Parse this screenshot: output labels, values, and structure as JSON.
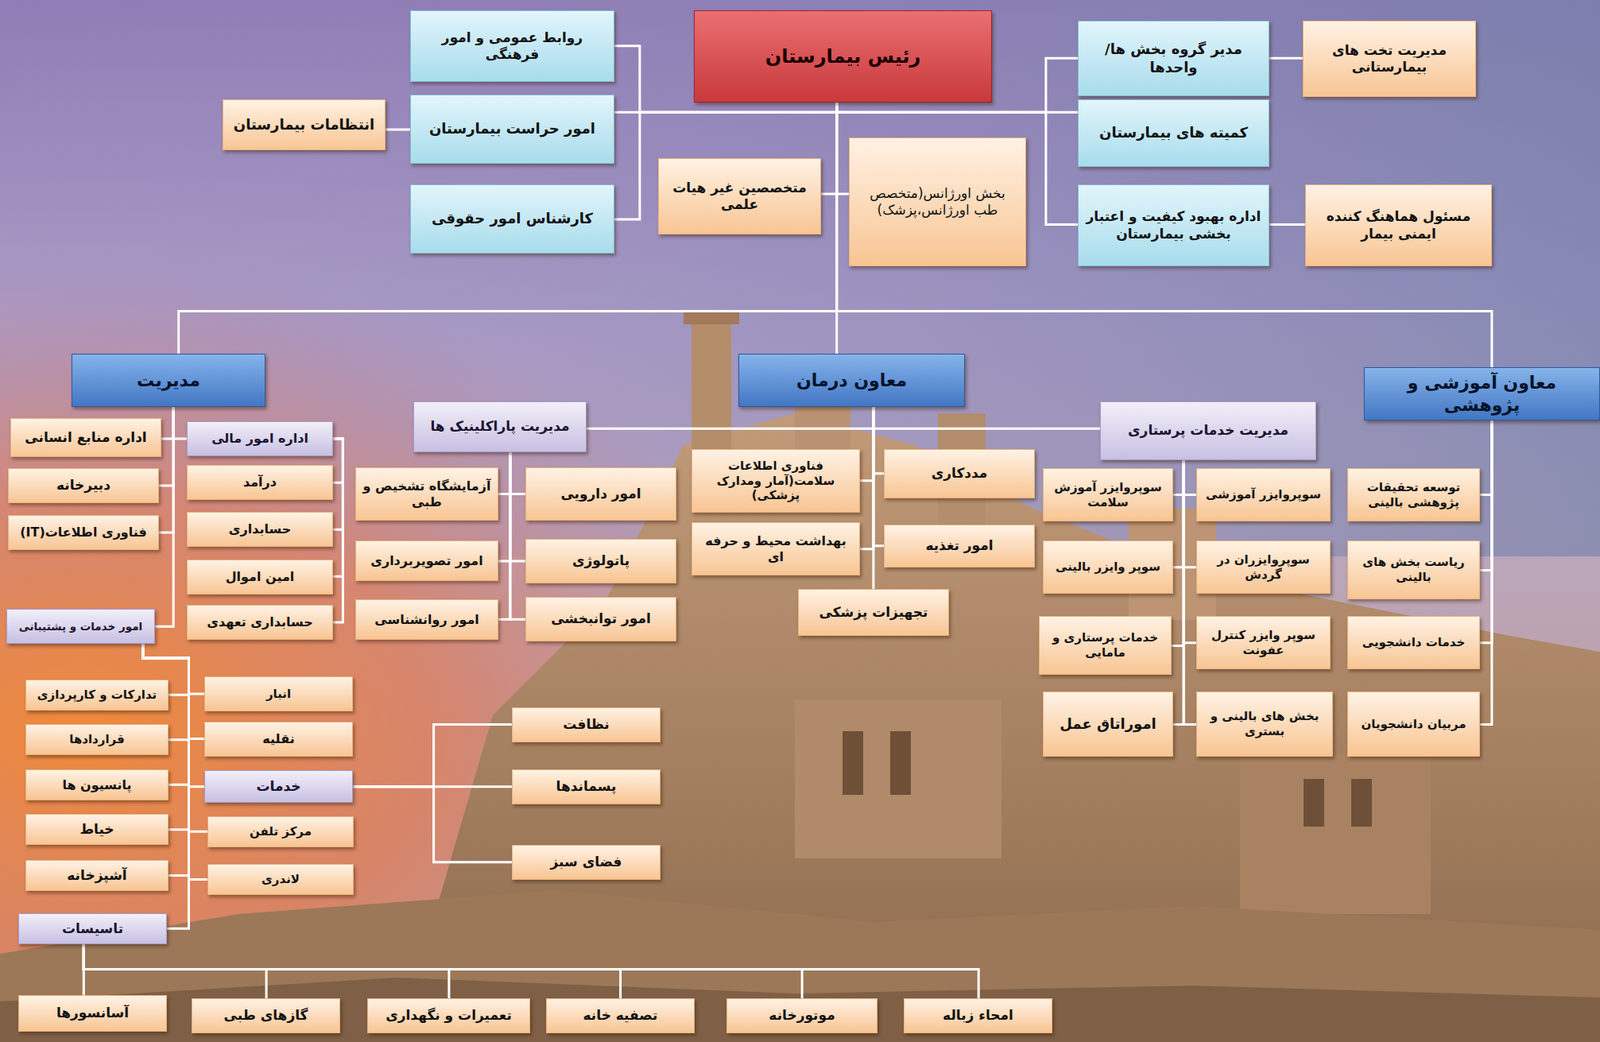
{
  "diagram": {
    "nodes": [
      {
        "text": [
          "رئیس بیمارستان"
        ]
      },
      {
        "text": [
          "روابط عمومی و امور فرهنگی"
        ]
      },
      {
        "text": [
          "امور حراست بیمارستان"
        ]
      },
      {
        "text": [
          "کارشناس امور حقوقی"
        ]
      },
      {
        "text": [
          "انتظامات بیمارستان"
        ]
      },
      {
        "text": [
          "متخصصین غیر هیات علمی"
        ]
      },
      {
        "text": [
          "بخش اورژانس(متخصص طب اورژانس،پزشک)"
        ]
      },
      {
        "text": [
          "مدیر گروه بخش ها/واحدها"
        ]
      },
      {
        "text": [
          "مدیریت تخت های بیمارستانی"
        ]
      },
      {
        "text": [
          "کمیته های بیمارستان"
        ]
      },
      {
        "text": [
          "اداره بهبود کیفیت و اعتبار بخشی بیمارستان"
        ]
      },
      {
        "text": [
          "مسئول هماهنگ کننده ایمنی بیمار"
        ]
      },
      {
        "text": [
          "مدیریت"
        ]
      },
      {
        "text": [
          "معاون درمان"
        ]
      },
      {
        "text": [
          "معاون آموزشی و پژوهشی"
        ]
      },
      {
        "text": [
          "اداره منابع انسانی"
        ]
      },
      {
        "text": [
          "اداره امور مالی"
        ]
      },
      {
        "text": [
          "دبیرخانه"
        ]
      },
      {
        "text": [
          "درآمد"
        ]
      },
      {
        "text": [
          "فناوری اطلاعات(IT)"
        ]
      },
      {
        "text": [
          "حسابداری"
        ]
      },
      {
        "text": [
          "امین اموال"
        ]
      },
      {
        "text": [
          "حسابداری تعهدی"
        ]
      },
      {
        "text": [
          "امور خدمات و پشتیبانی"
        ]
      },
      {
        "text": [
          "تدارکات و کارپردازی"
        ]
      },
      {
        "text": [
          "انبار"
        ]
      },
      {
        "text": [
          "قراردادها"
        ]
      },
      {
        "text": [
          "نقلیه"
        ]
      },
      {
        "text": [
          "پانسیون ها"
        ]
      },
      {
        "text": [
          "خدمات"
        ]
      },
      {
        "text": [
          "خیاط"
        ]
      },
      {
        "text": [
          "مرکز تلفن"
        ]
      },
      {
        "text": [
          "آشپزخانه"
        ]
      },
      {
        "text": [
          "لاندری"
        ]
      },
      {
        "text": [
          "تاسیسات"
        ]
      },
      {
        "text": [
          "آسانسورها"
        ]
      },
      {
        "text": [
          "گازهای طبی"
        ]
      },
      {
        "text": [
          "تعمیرات و نگهداری"
        ]
      },
      {
        "text": [
          "تصفیه خانه"
        ]
      },
      {
        "text": [
          "موتورخانه"
        ]
      },
      {
        "text": [
          "امحاء زباله"
        ]
      },
      {
        "text": [
          "نظافت"
        ]
      },
      {
        "text": [
          "پسماندها"
        ]
      },
      {
        "text": [
          "فضای سبز"
        ]
      },
      {
        "text": [
          "مدیریت پاراکلینیک ها"
        ]
      },
      {
        "text": [
          "آزمایشگاه تشخیص و طبی"
        ]
      },
      {
        "text": [
          "امور دارویی"
        ]
      },
      {
        "text": [
          "امور تصویربرداری"
        ]
      },
      {
        "text": [
          "پاتولوژی"
        ]
      },
      {
        "text": [
          "امور روانشناسی"
        ]
      },
      {
        "text": [
          "امور توانبخشی"
        ]
      },
      {
        "text": [
          "فناوری اطلاعات سلامت(آمار ومدارک پزشکی)"
        ]
      },
      {
        "text": [
          "بهداشت محیط و حرفه ای"
        ]
      },
      {
        "text": [
          "مددکاری"
        ]
      },
      {
        "text": [
          "امور تغذیه"
        ]
      },
      {
        "text": [
          "تجهیزات پزشکی"
        ]
      },
      {
        "text": [
          "مدیریت خدمات پرستاری"
        ]
      },
      {
        "text": [
          "سوپروایزر آموزش سلامت"
        ]
      },
      {
        "text": [
          "سوپروایزر آموزشی"
        ]
      },
      {
        "text": [
          "سوپر وایزر بالینی"
        ]
      },
      {
        "text": [
          "سوپروایزران در گردش"
        ]
      },
      {
        "text": [
          "خدمات پرستاری و مامایی"
        ]
      },
      {
        "text": [
          "سوپر وایزر کنترل عفونت"
        ]
      },
      {
        "text": [
          "اموراتاق عمل"
        ]
      },
      {
        "text": [
          "بخش های بالینی و بستری"
        ]
      },
      {
        "text": [
          "توسعه تحقیقات پژوهشی بالینی"
        ]
      },
      {
        "text": [
          "ریاست بخش های بالینی"
        ]
      },
      {
        "text": [
          "خدمات دانشجویی"
        ]
      },
      {
        "text": [
          "مربیان دانشجویان"
        ]
      }
    ],
    "edges": [
      {
        "from": 0,
        "to": 1,
        "arrow": "none"
      },
      {
        "from": 0,
        "to": 2,
        "arrow": "none"
      },
      {
        "from": 0,
        "to": 3,
        "arrow": "none"
      },
      {
        "from": 2,
        "to": 4,
        "arrow": "none"
      },
      {
        "from": 0,
        "to": 5,
        "arrow": "none"
      },
      {
        "from": 0,
        "to": 6,
        "arrow": "none"
      },
      {
        "from": 0,
        "to": 7,
        "arrow": "none"
      },
      {
        "from": 7,
        "to": 8,
        "arrow": "none"
      },
      {
        "from": 0,
        "to": 9,
        "arrow": "none"
      },
      {
        "from": 0,
        "to": 10,
        "arrow": "none"
      },
      {
        "from": 10,
        "to": 11,
        "arrow": "none"
      },
      {
        "from": 0,
        "to": 12,
        "arrow": "none"
      },
      {
        "from": 0,
        "to": 13,
        "arrow": "none"
      },
      {
        "from": 0,
        "to": 14,
        "arrow": "none"
      },
      {
        "from": 12,
        "to": 15,
        "arrow": "none"
      },
      {
        "from": 12,
        "to": 16,
        "arrow": "none"
      },
      {
        "from": 12,
        "to": 17,
        "arrow": "none"
      },
      {
        "from": 12,
        "to": 19,
        "arrow": "none"
      },
      {
        "from": 12,
        "to": 23,
        "arrow": "none"
      },
      {
        "from": 16,
        "to": 18,
        "arrow": "none"
      },
      {
        "from": 16,
        "to": 20,
        "arrow": "none"
      },
      {
        "from": 16,
        "to": 21,
        "arrow": "none"
      },
      {
        "from": 16,
        "to": 22,
        "arrow": "none"
      },
      {
        "from": 23,
        "to": 24,
        "arrow": "none"
      },
      {
        "from": 23,
        "to": 25,
        "arrow": "none"
      },
      {
        "from": 23,
        "to": 26,
        "arrow": "none"
      },
      {
        "from": 23,
        "to": 27,
        "arrow": "none"
      },
      {
        "from": 23,
        "to": 28,
        "arrow": "none"
      },
      {
        "from": 23,
        "to": 29,
        "arrow": "none"
      },
      {
        "from": 23,
        "to": 30,
        "arrow": "none"
      },
      {
        "from": 23,
        "to": 31,
        "arrow": "none"
      },
      {
        "from": 23,
        "to": 32,
        "arrow": "none"
      },
      {
        "from": 23,
        "to": 33,
        "arrow": "none"
      },
      {
        "from": 23,
        "to": 34,
        "arrow": "none"
      },
      {
        "from": 29,
        "to": 41,
        "arrow": "none"
      },
      {
        "from": 29,
        "to": 42,
        "arrow": "none"
      },
      {
        "from": 29,
        "to": 43,
        "arrow": "none"
      },
      {
        "from": 34,
        "to": 35,
        "arrow": "none"
      },
      {
        "from": 34,
        "to": 36,
        "arrow": "none"
      },
      {
        "from": 34,
        "to": 37,
        "arrow": "none"
      },
      {
        "from": 34,
        "to": 38,
        "arrow": "none"
      },
      {
        "from": 34,
        "to": 39,
        "arrow": "none"
      },
      {
        "from": 34,
        "to": 40,
        "arrow": "none"
      },
      {
        "from": 13,
        "to": 44,
        "arrow": "none"
      },
      {
        "from": 13,
        "to": 51,
        "arrow": "none"
      },
      {
        "from": 13,
        "to": 53,
        "arrow": "none"
      },
      {
        "from": 13,
        "to": 52,
        "arrow": "none"
      },
      {
        "from": 13,
        "to": 54,
        "arrow": "none"
      },
      {
        "from": 13,
        "to": 55,
        "arrow": "none"
      },
      {
        "from": 13,
        "to": 56,
        "arrow": "none"
      },
      {
        "from": 44,
        "to": 45,
        "arrow": "none"
      },
      {
        "from": 44,
        "to": 46,
        "arrow": "none"
      },
      {
        "from": 44,
        "to": 47,
        "arrow": "none"
      },
      {
        "from": 44,
        "to": 48,
        "arrow": "none"
      },
      {
        "from": 44,
        "to": 49,
        "arrow": "none"
      },
      {
        "from": 44,
        "to": 50,
        "arrow": "none"
      },
      {
        "from": 56,
        "to": 57,
        "arrow": "none"
      },
      {
        "from": 56,
        "to": 58,
        "arrow": "none"
      },
      {
        "from": 56,
        "to": 59,
        "arrow": "none"
      },
      {
        "from": 56,
        "to": 60,
        "arrow": "none"
      },
      {
        "from": 56,
        "to": 61,
        "arrow": "none"
      },
      {
        "from": 56,
        "to": 62,
        "arrow": "none"
      },
      {
        "from": 56,
        "to": 63,
        "arrow": "none"
      },
      {
        "from": 56,
        "to": 64,
        "arrow": "none"
      },
      {
        "from": 14,
        "to": 65,
        "arrow": "none"
      },
      {
        "from": 14,
        "to": 66,
        "arrow": "none"
      },
      {
        "from": 14,
        "to": 67,
        "arrow": "none"
      },
      {
        "from": 14,
        "to": 68,
        "arrow": "none"
      }
    ]
  }
}
